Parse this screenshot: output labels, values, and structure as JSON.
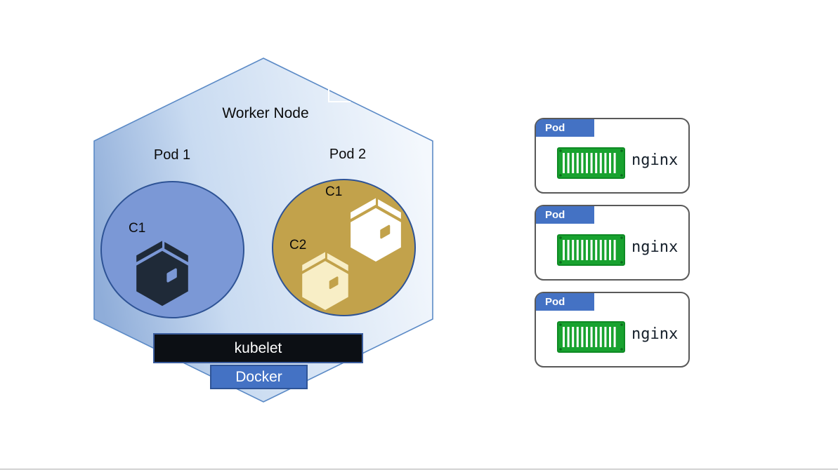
{
  "worker_node": {
    "title": "Worker Node",
    "kubelet_label": "kubelet",
    "docker_label": "Docker",
    "pod1": {
      "name": "Pod 1",
      "containers": [
        {
          "label": "C1"
        }
      ]
    },
    "pod2": {
      "name": "Pod 2",
      "containers": [
        {
          "label": "C1"
        },
        {
          "label": "C2"
        }
      ]
    }
  },
  "pod_cards": [
    {
      "tab": "Pod",
      "image": "nginx"
    },
    {
      "tab": "Pod",
      "image": "nginx"
    },
    {
      "tab": "Pod",
      "image": "nginx"
    }
  ],
  "colors": {
    "node_gradient_left": "#8fadd9",
    "node_gradient_right": "#f4f8fd",
    "node_border": "#5b8ac6",
    "pod1_fill": "#7b98d6",
    "pod2_fill": "#c2a24b",
    "pod_circle_border": "#2e5395",
    "box_dark": "#1f2a38",
    "box_white": "#ffffff",
    "box_cream": "#f8eec6",
    "kubelet_bg": "#0c0f14",
    "docker_bg": "#4472c4",
    "pod_tab_bg": "#4472c4",
    "card_border": "#595959",
    "container_green": "#18a22f"
  }
}
